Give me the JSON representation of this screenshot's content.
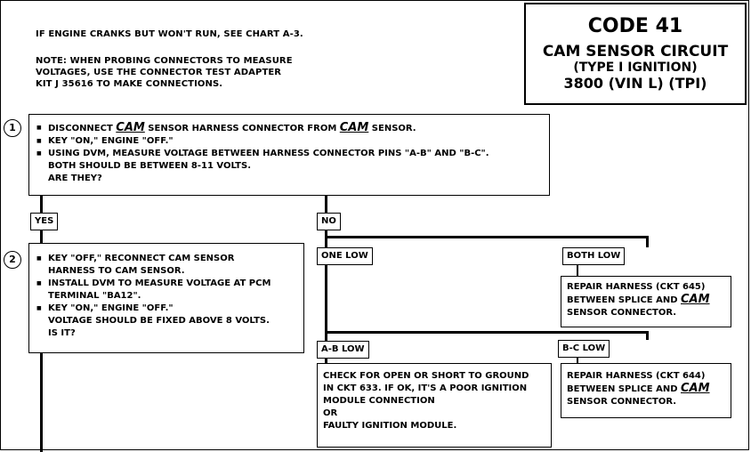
{
  "notes": {
    "line1": "IF ENGINE CRANKS BUT WON'T RUN, SEE CHART A-3.",
    "line2": "NOTE:  WHEN PROBING CONNECTORS TO MEASURE",
    "line3": "VOLTAGES, USE THE CONNECTOR TEST ADAPTER",
    "line4": "KIT J 35616 TO MAKE CONNECTIONS."
  },
  "code": {
    "title": "CODE 41",
    "subtitle1": "CAM SENSOR CIRCUIT",
    "subtitle2": "(TYPE I IGNITION)",
    "subtitle3": "3800  (VIN L)  (TPI)"
  },
  "step1": {
    "number": "1",
    "b1_pre": "DISCONNECT ",
    "b1_cam1": "CAM",
    "b1_mid": " SENSOR HARNESS CONNECTOR FROM ",
    "b1_cam2": "CAM",
    "b1_post": " SENSOR.",
    "b2": "KEY \"ON,\" ENGINE \"OFF.\"",
    "b3a": "USING DVM, MEASURE VOLTAGE BETWEEN HARNESS CONNECTOR PINS \"A-B\" AND \"B-C\".",
    "b3b": "BOTH SHOULD BE BETWEEN 8-11 VOLTS.",
    "question": "ARE THEY?"
  },
  "labels": {
    "yes": "YES",
    "no": "NO",
    "one_low": "ONE LOW",
    "both_low": "BOTH LOW",
    "ab_low": "A-B LOW",
    "bc_low": "B-C LOW"
  },
  "step2": {
    "number": "2",
    "b1a": "KEY \"OFF,\" RECONNECT CAM SENSOR",
    "b1b": "HARNESS TO CAM SENSOR.",
    "b2a": "INSTALL DVM TO MEASURE VOLTAGE AT PCM",
    "b2b": "TERMINAL \"BA12\".",
    "b3a": "KEY \"ON,\" ENGINE \"OFF.\"",
    "b3b": "VOLTAGE SHOULD BE FIXED ABOVE 8 VOLTS.",
    "question": "IS IT?"
  },
  "both_low_box": {
    "line1": "REPAIR HARNESS (CKT 645)",
    "line2_pre": "BETWEEN SPLICE AND ",
    "cam": "CAM",
    "line3": "SENSOR CONNECTOR."
  },
  "bc_low_box": {
    "line1": "REPAIR HARNESS (CKT 644)",
    "line2_pre": "BETWEEN SPLICE AND ",
    "cam": "CAM",
    "line3": "SENSOR CONNECTOR."
  },
  "ab_low_box": {
    "line1": "CHECK FOR OPEN OR SHORT TO GROUND",
    "line2": "IN CKT 633.  IF OK, IT'S A POOR IGNITION",
    "line3": "MODULE CONNECTION",
    "line4": "OR",
    "line5": "FAULTY IGNITION MODULE."
  }
}
